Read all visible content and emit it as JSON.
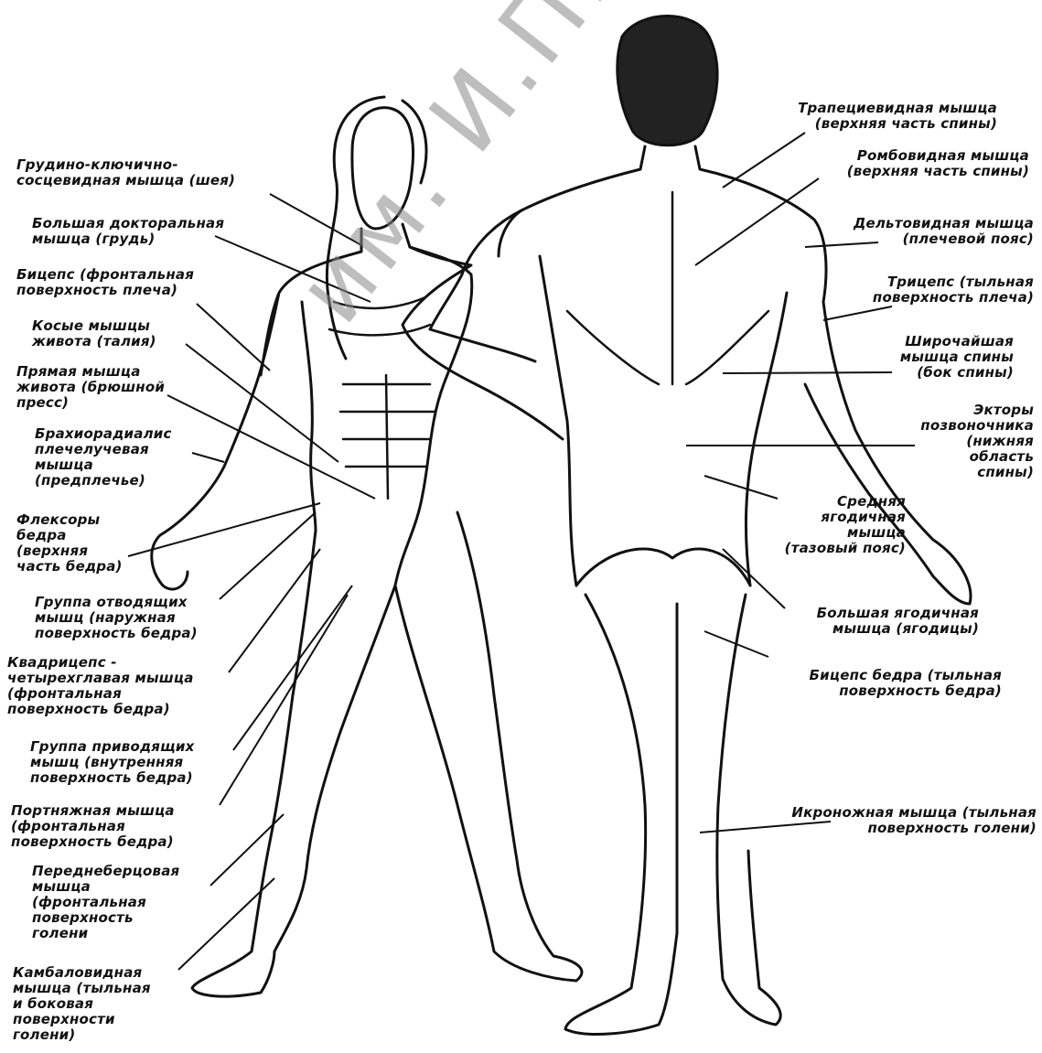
{
  "labels_left": [
    {
      "id": "scm",
      "text": "Грудино-ключично-\nсосцевидная мышца (шея)"
    },
    {
      "id": "pect",
      "text": "Большая докторальная\nмышца (грудь)"
    },
    {
      "id": "biceps",
      "text": "Бицепс (фронтальная\nповерхность плеча)"
    },
    {
      "id": "obliques",
      "text": "Косые мышцы\nживота (талия)"
    },
    {
      "id": "rectus",
      "text": "Прямая мышца\nживота (брюшной\nпресс)"
    },
    {
      "id": "brachio",
      "text": "Брахиорадиалис\nплечелучевая\nмышца\n(предплечье)"
    },
    {
      "id": "hipflex",
      "text": "Флексоры\nбедра\n(верхняя\nчасть бедра)"
    },
    {
      "id": "abductors",
      "text": "Группа отводящих\nмышц (наружная\nповерхность бедра)"
    },
    {
      "id": "quads",
      "text": "Квадрицепс -\nчетырехглавая мышца\n(фронтальная\nповерхность бедра)"
    },
    {
      "id": "adductors",
      "text": "Группа приводящих\nмышц (внутренняя\nповерхность бедра)"
    },
    {
      "id": "sartorius",
      "text": "Портняжная мышца\n(фронтальная\nповерхность бедра)"
    },
    {
      "id": "tibialis",
      "text": "Переднеберцовая\nмышца\n(фронтальная\nповерхность\nголени"
    },
    {
      "id": "soleus",
      "text": "Камбаловидная\nмышца (тыльная\nи боковая\nповерхности\nголени)"
    }
  ],
  "labels_right": [
    {
      "id": "trap",
      "text": "Трапециевидная мышца\n(верхняя часть спины)"
    },
    {
      "id": "rhomb",
      "text": "Ромбовидная мышца\n(верхняя часть спины)"
    },
    {
      "id": "delt",
      "text": "Дельтовидная мышца\n(плечевой пояс)"
    },
    {
      "id": "triceps",
      "text": "Трицепс (тыльная\nповерхность плеча)"
    },
    {
      "id": "lats",
      "text": "Широчайшая\nмышца спины\n(бок спины)"
    },
    {
      "id": "erectors",
      "text": "Экторы\nпозвоночника\n(нижняя\nобласть\nспины)"
    },
    {
      "id": "gmed",
      "text": "Средняя\nягодичная\nмышца\n(тазовый пояс)"
    },
    {
      "id": "gmax",
      "text": "Большая ягодичная\nмышца (ягодицы)"
    },
    {
      "id": "hams",
      "text": "Бицепс бедра (тыльная\nповерхность бедра)"
    },
    {
      "id": "calf",
      "text": "Икроножная мышца (тыльная\nповерхность голени)"
    }
  ],
  "watermark": "им. И.П.Шамякина",
  "colors": {
    "ink": "#111111",
    "background": "#ffffff",
    "watermark": "#8a8a8a"
  }
}
